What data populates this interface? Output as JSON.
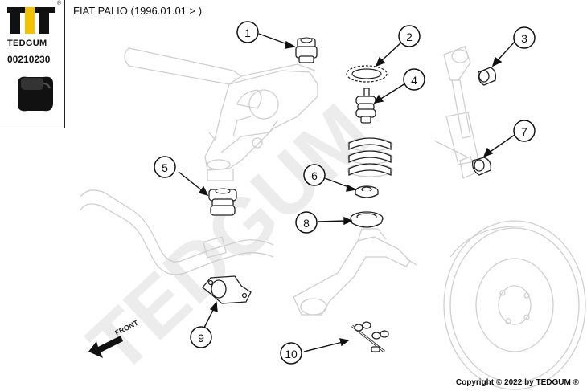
{
  "header": {
    "brand": "TEDGUM",
    "registered_mark": "®",
    "part_number": "00210230",
    "vehicle_title": "FIAT PALIO (1996.01.01 > )"
  },
  "footer": {
    "copyright": "Copyright © 2022 by TEDGUM ®"
  },
  "watermark": {
    "text": "TEDGUM"
  },
  "direction_label": "FRONT",
  "callouts": [
    {
      "number": "1",
      "part": "upper-bushing"
    },
    {
      "number": "2",
      "part": "spring-seat-ring"
    },
    {
      "number": "3",
      "part": "shock-upper-bushing"
    },
    {
      "number": "4",
      "part": "bump-stop"
    },
    {
      "number": "5",
      "part": "subframe-mount-bushing"
    },
    {
      "number": "6",
      "part": "upper-spring-pad"
    },
    {
      "number": "7",
      "part": "shock-lower-bushing"
    },
    {
      "number": "8",
      "part": "lower-spring-pad"
    },
    {
      "number": "9",
      "part": "stabilizer-bushing"
    },
    {
      "number": "10",
      "part": "link-kit"
    }
  ],
  "colors": {
    "logo_yellow": "#f2c200",
    "logo_black": "#111111",
    "line_light": "#cfcfcf",
    "watermark": "#ececec"
  }
}
